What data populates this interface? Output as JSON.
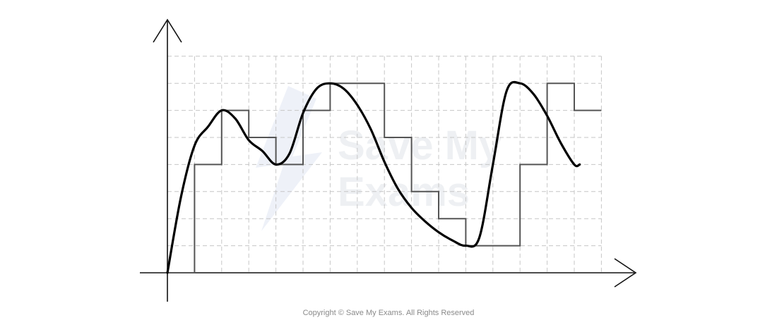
{
  "copyright": "Copyright © Save My Exams. All Rights Reserved",
  "watermark": {
    "line1": "Save My",
    "line2": "Exams",
    "text_color": "#eef0f3",
    "bolt_color": "#eef1f8"
  },
  "colors": {
    "axes": "#111111",
    "grid": "#c6c6c6",
    "staircase": "#555555",
    "curve": "#000000",
    "copyright": "#8a8a8a"
  },
  "chart_data": {
    "type": "line",
    "grid": true,
    "grid_style": "dashed",
    "xlim": [
      0,
      16
    ],
    "ylim": [
      0,
      8
    ],
    "series": [
      {
        "kind": "analogue-curve",
        "points": [
          [
            0,
            0
          ],
          [
            0.5,
            2.8
          ],
          [
            1,
            4.7
          ],
          [
            1.5,
            5.4
          ],
          [
            2,
            6.0
          ],
          [
            2.5,
            5.7
          ],
          [
            3,
            4.9
          ],
          [
            3.5,
            4.5
          ],
          [
            4,
            4.0
          ],
          [
            4.5,
            4.4
          ],
          [
            5,
            5.9
          ],
          [
            5.5,
            6.8
          ],
          [
            6,
            7.0
          ],
          [
            6.5,
            6.8
          ],
          [
            7,
            6.2
          ],
          [
            7.5,
            5.3
          ],
          [
            8,
            4.1
          ],
          [
            8.5,
            3.1
          ],
          [
            9,
            2.4
          ],
          [
            9.5,
            1.9
          ],
          [
            10,
            1.5
          ],
          [
            10.5,
            1.2
          ],
          [
            11,
            1.0
          ],
          [
            11.5,
            1.3
          ],
          [
            12,
            4.0
          ],
          [
            12.5,
            6.7
          ],
          [
            13,
            7.0
          ],
          [
            13.5,
            6.6
          ],
          [
            14,
            5.8
          ],
          [
            14.5,
            4.8
          ],
          [
            15,
            4.0
          ],
          [
            15.2,
            4.0
          ]
        ]
      },
      {
        "kind": "digital-staircase",
        "levels": [
          0,
          4,
          6,
          5,
          4,
          6,
          7,
          7,
          5,
          3,
          2,
          1,
          1,
          4,
          7,
          6
        ]
      }
    ]
  }
}
